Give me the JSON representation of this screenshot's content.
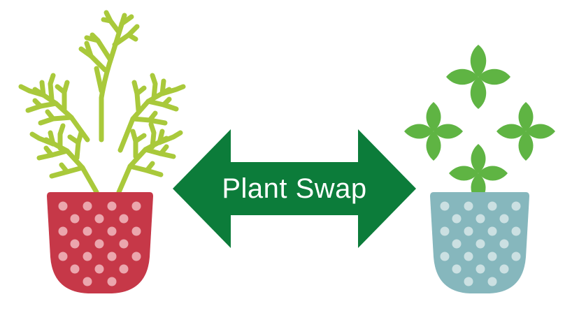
{
  "arrow": {
    "label": "Plant Swap",
    "color": "#0c7c3a",
    "text_color": "#ffffff"
  },
  "left_plant": {
    "type": "fern",
    "foliage_color": "#a9c93b",
    "pot_color": "#c63848",
    "dot_color": "#eba6ad",
    "icons": [
      "fern-icon",
      "red-dotted-pot-icon"
    ]
  },
  "right_plant": {
    "type": "leafy-clover",
    "foliage_color": "#5fb443",
    "pot_color": "#86b7bd",
    "dot_color": "#cbe0e2",
    "icons": [
      "clover-plant-icon",
      "teal-dotted-pot-icon"
    ]
  }
}
